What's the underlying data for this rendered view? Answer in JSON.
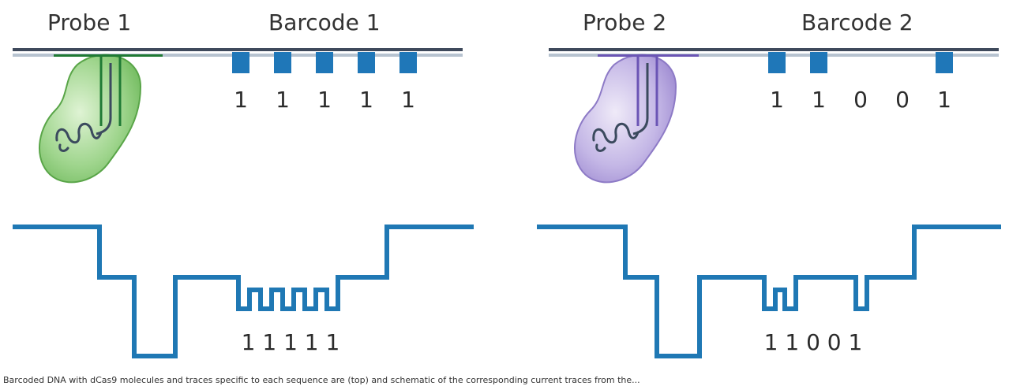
{
  "panels": [
    {
      "probe_label": "Probe 1",
      "barcode_label": "Barcode 1",
      "bits": [
        "1",
        "1",
        "1",
        "1",
        "1"
      ],
      "signal_bits": "1 1 1 1 1",
      "probe_color": "#78c168"
    },
    {
      "probe_label": "Probe 2",
      "barcode_label": "Barcode 2",
      "bits": [
        "1",
        "1",
        "0",
        "0",
        "1"
      ],
      "signal_bits": "1 1 0 0 1",
      "probe_color": "#a996d6"
    }
  ],
  "colors": {
    "strand": "#3f4a5c",
    "strand_light": "#b7c3d0",
    "barcode": "#1f77b8",
    "signal": "#1f78b4"
  },
  "caption": "Barcoded DNA with dCas9 molecules and traces specific to each sequence are (top) and schematic of the corresponding current traces from the..."
}
